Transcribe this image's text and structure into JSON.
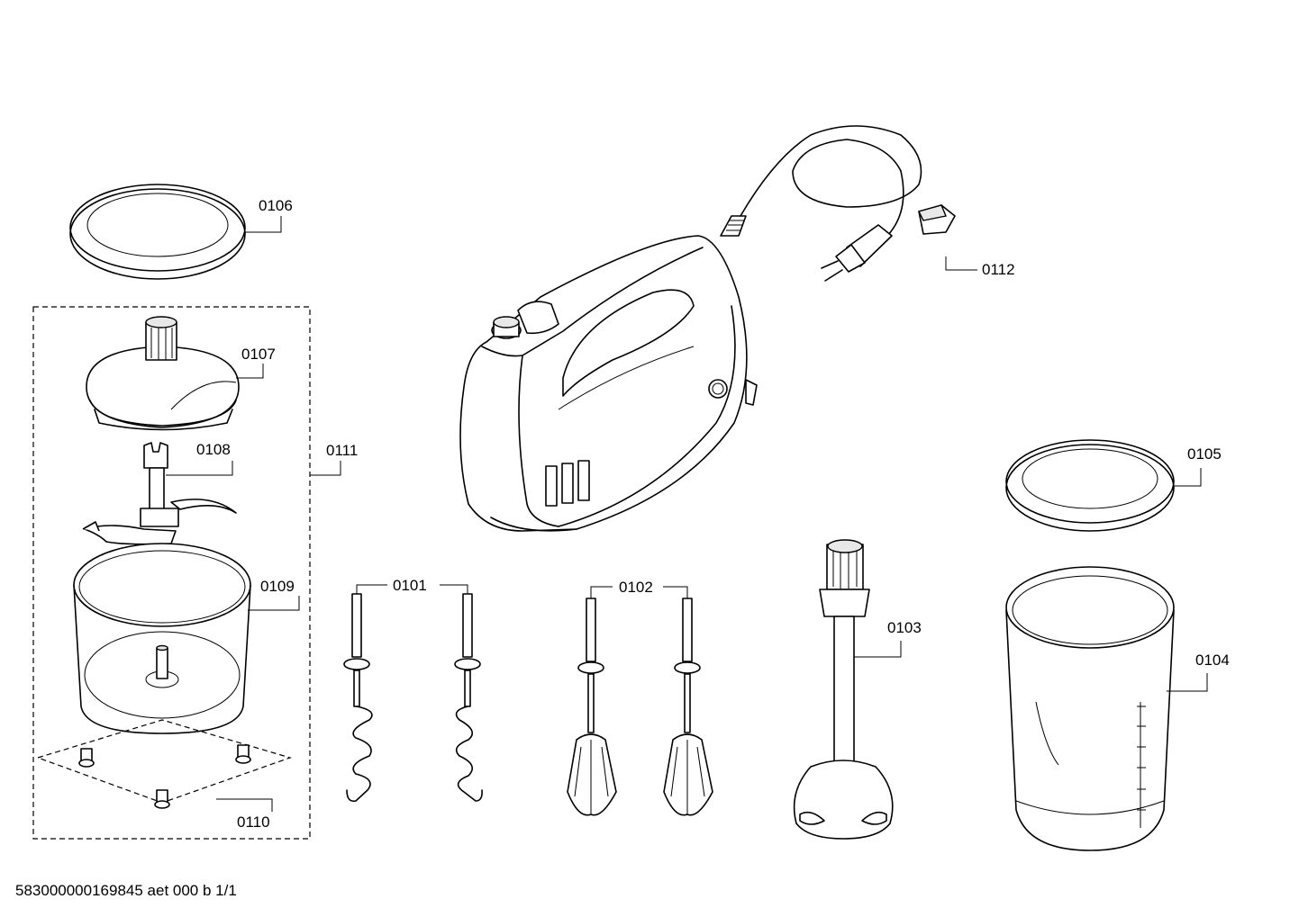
{
  "parts": {
    "p0101": "0101",
    "p0102": "0102",
    "p0103": "0103",
    "p0104": "0104",
    "p0105": "0105",
    "p0106": "0106",
    "p0107": "0107",
    "p0108": "0108",
    "p0109": "0109",
    "p0110": "0110",
    "p0111": "0111",
    "p0112": "0112"
  },
  "footer": "583000000169845 aet 000 b 1/1"
}
